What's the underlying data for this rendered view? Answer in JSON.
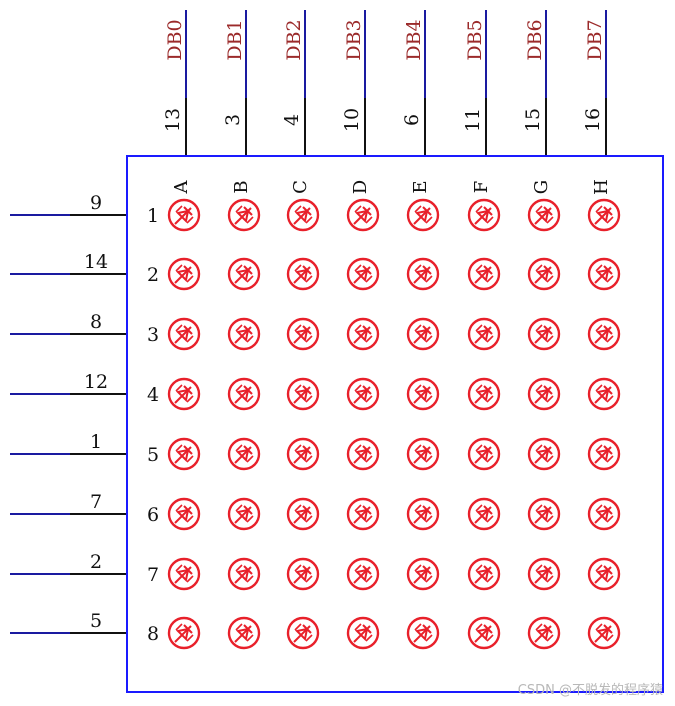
{
  "data_buses": [
    {
      "name": "DB0",
      "pin": "13",
      "col_label": "A"
    },
    {
      "name": "DB1",
      "pin": "3",
      "col_label": "B"
    },
    {
      "name": "DB2",
      "pin": "4",
      "col_label": "C"
    },
    {
      "name": "DB3",
      "pin": "10",
      "col_label": "D"
    },
    {
      "name": "DB4",
      "pin": "6",
      "col_label": "E"
    },
    {
      "name": "DB5",
      "pin": "11",
      "col_label": "F"
    },
    {
      "name": "DB6",
      "pin": "15",
      "col_label": "G"
    },
    {
      "name": "DB7",
      "pin": "16",
      "col_label": "H"
    }
  ],
  "rows": [
    {
      "label": "1",
      "pin": "9"
    },
    {
      "label": "2",
      "pin": "14"
    },
    {
      "label": "3",
      "pin": "8"
    },
    {
      "label": "4",
      "pin": "12"
    },
    {
      "label": "5",
      "pin": "1"
    },
    {
      "label": "6",
      "pin": "7"
    },
    {
      "label": "7",
      "pin": "2"
    },
    {
      "label": "8",
      "pin": "5"
    }
  ],
  "watermark": "CSDN @不脱发的程序猿",
  "colors": {
    "box": "#1a1aff",
    "bus_name": "#9b2a2a",
    "led": "#e8202a",
    "wire_dark": "#111111",
    "wire_blue": "#1a1aa0",
    "text": "#111111"
  }
}
